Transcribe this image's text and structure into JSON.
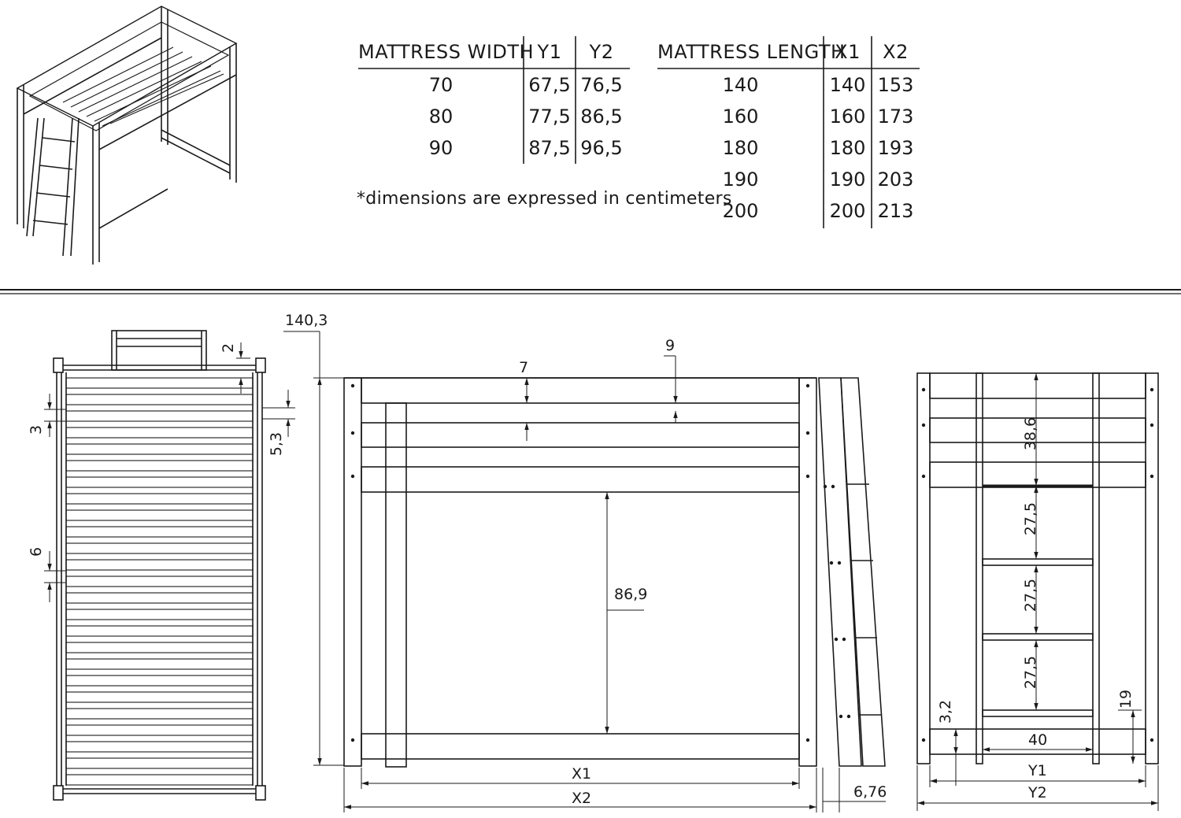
{
  "tables": {
    "width": {
      "headers": [
        "MATTRESS WIDTH",
        "Y1",
        "Y2"
      ],
      "rows": [
        [
          "70",
          "67,5",
          "76,5"
        ],
        [
          "80",
          "77,5",
          "86,5"
        ],
        [
          "90",
          "87,5",
          "96,5"
        ]
      ]
    },
    "length": {
      "headers": [
        "MATTRESS LENGTH",
        "X1",
        "X2"
      ],
      "rows": [
        [
          "140",
          "140",
          "153"
        ],
        [
          "160",
          "160",
          "173"
        ],
        [
          "180",
          "180",
          "193"
        ],
        [
          "190",
          "190",
          "203"
        ],
        [
          "200",
          "200",
          "213"
        ]
      ]
    }
  },
  "note": "*dimensions are expressed in centimeters",
  "dimensions": {
    "total_height": "140,3",
    "top_gap": "2",
    "slat_gap_a": "3",
    "slat_width": "5,3",
    "slat_gap_b": "6",
    "rail_gap": "9",
    "rail_height": "7",
    "clearance": "86,9",
    "x1": "X1",
    "x2": "X2",
    "ladder_depth": "6,76",
    "ladder_top_step": "38,6",
    "ladder_step_1": "27,5",
    "ladder_step_2": "27,5",
    "ladder_step_3": "27,5",
    "bottom_height": "3,2",
    "bottom_rung": "19",
    "ladder_width": "40",
    "y1": "Y1",
    "y2": "Y2"
  }
}
